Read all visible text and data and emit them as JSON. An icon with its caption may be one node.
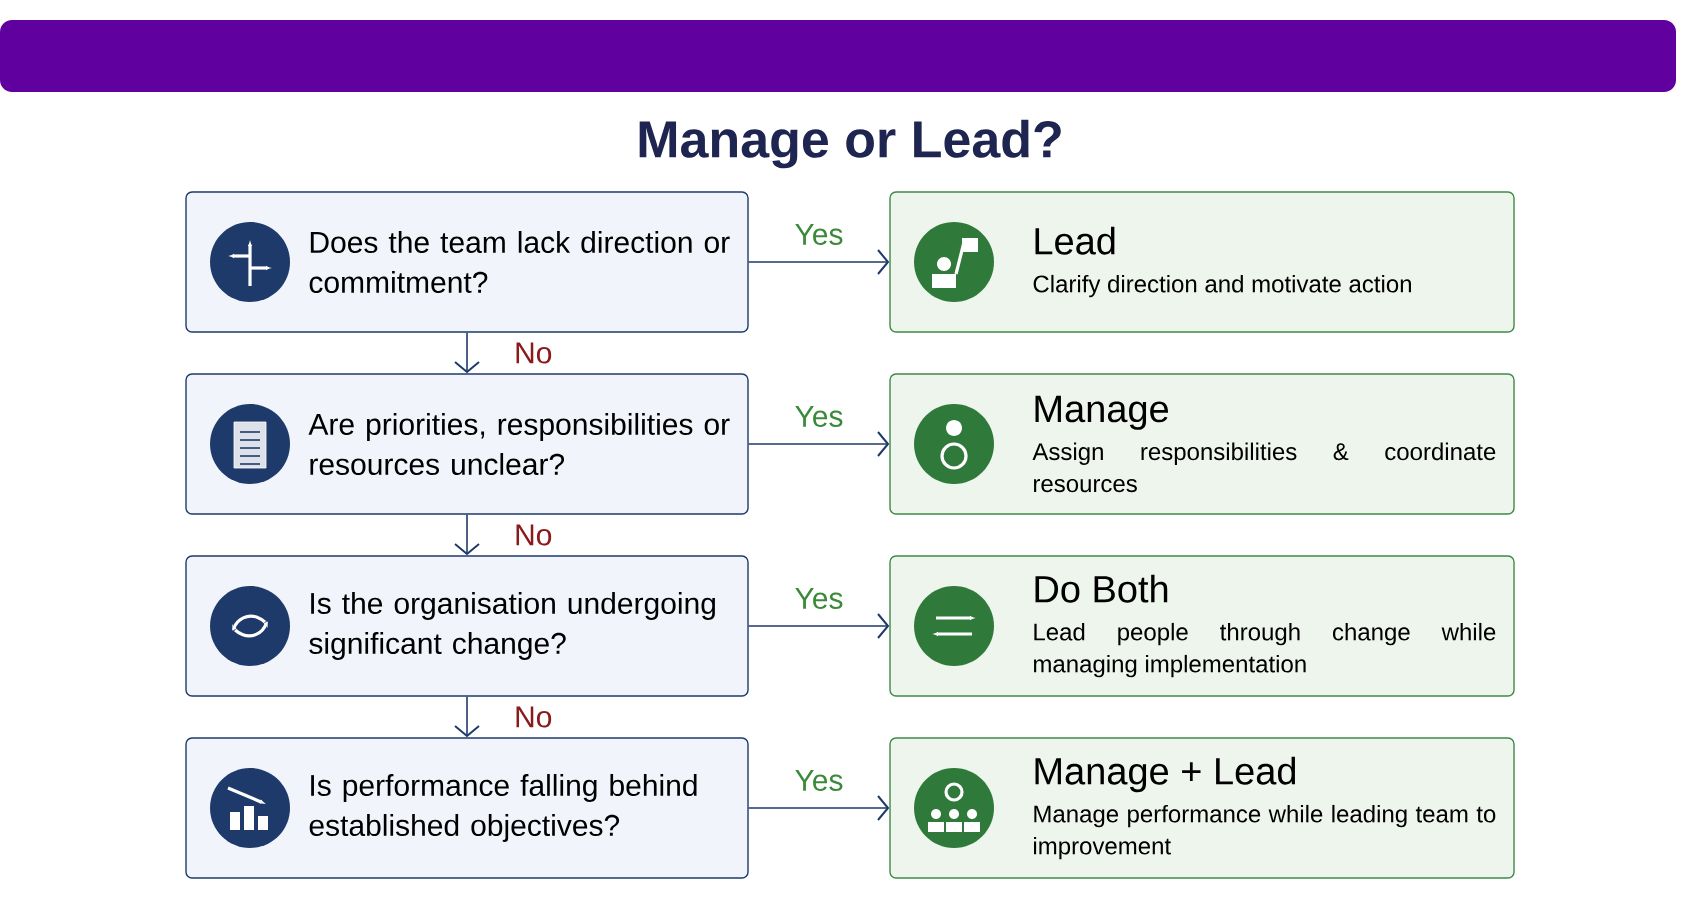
{
  "diagram": {
    "title": "Manage or Lead?",
    "nodes": [
      {
        "text": [
          "Does the team lack direction or commitment?"
        ]
      },
      {
        "text": [
          "Lead",
          "Clarify direction and motivate action"
        ]
      },
      {
        "text": [
          "Are priorities, responsibilities or resources unclear?"
        ]
      },
      {
        "text": [
          "Manage",
          "Assign responsibilities & coordinate resources"
        ]
      },
      {
        "text": [
          "Is the organisation undergoing significant change?"
        ]
      },
      {
        "text": [
          "Do Both",
          "Lead people through change while managing implementation"
        ]
      },
      {
        "text": [
          "Is performance falling behind established objectives?"
        ]
      },
      {
        "text": [
          "Manage + Lead",
          "Manage performance while leading team to improvement"
        ]
      }
    ],
    "edges": [
      {
        "from": 0,
        "to": 1,
        "arrow": "to",
        "label": "Yes"
      },
      {
        "from": 0,
        "to": 2,
        "arrow": "to",
        "label": "No"
      },
      {
        "from": 2,
        "to": 3,
        "arrow": "to",
        "label": "Yes"
      },
      {
        "from": 2,
        "to": 4,
        "arrow": "to",
        "label": "No"
      },
      {
        "from": 4,
        "to": 5,
        "arrow": "to",
        "label": "Yes"
      },
      {
        "from": 4,
        "to": 6,
        "arrow": "to",
        "label": "No"
      },
      {
        "from": 6,
        "to": 7,
        "arrow": "to",
        "label": "Yes"
      }
    ]
  }
}
